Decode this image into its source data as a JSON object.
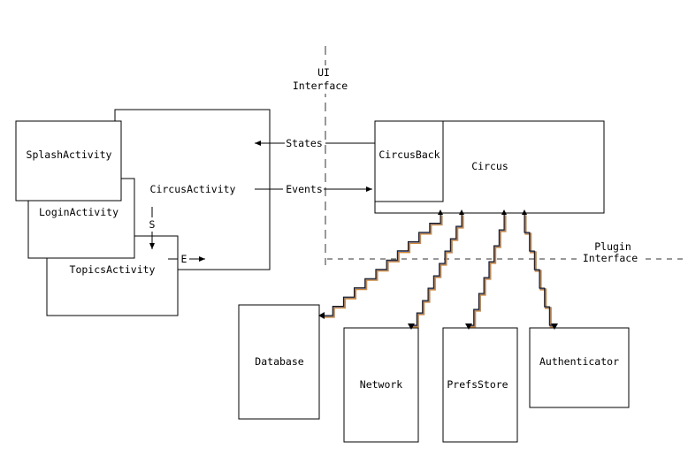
{
  "boundaries": {
    "ui_interface": [
      "UI",
      "Interface"
    ],
    "plugin_interface": [
      "Plugin",
      "Interface"
    ]
  },
  "boxes": {
    "circus_activity": "CircusActivity",
    "splash_activity": "SplashActivity",
    "login_activity": "LoginActivity",
    "topics_activity": "TopicsActivity",
    "circus_back": "CircusBack",
    "circus": "Circus",
    "database": "Database",
    "network": "Network",
    "prefs_store": "PrefsStore",
    "authenticator": "Authenticator"
  },
  "arrows": {
    "states": "States",
    "events": "Events",
    "s": "S",
    "e": "E"
  },
  "colors": {
    "stairs_orange": "#d08a3a",
    "stairs_blue": "#5a6fb0"
  }
}
